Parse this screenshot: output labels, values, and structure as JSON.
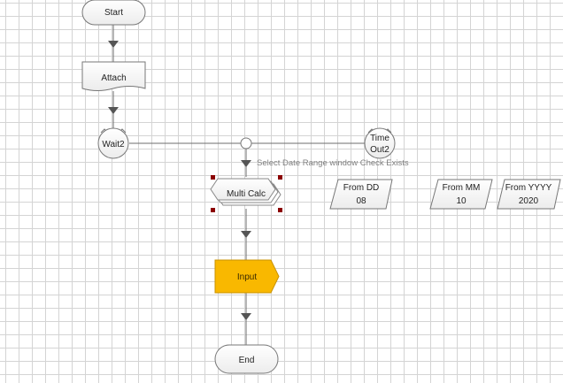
{
  "nodes": {
    "start": "Start",
    "attach": "Attach",
    "wait": "Wait2",
    "timeout_line1": "Time",
    "timeout_line2": "Out2",
    "multi_calc": "Multi Calc",
    "input": "Input",
    "end": "End",
    "from_dd": {
      "label": "From DD",
      "value": "08"
    },
    "from_mm": {
      "label": "From MM",
      "value": "10"
    },
    "from_yyyy": {
      "label": "From YYYY",
      "value": "2020"
    }
  },
  "connector_label": "Select Date Range window Check Exists",
  "colors": {
    "input_fill": "#F9B800",
    "line": "#6e6e6e",
    "arrow": "#555555",
    "selection_handle": "#8B0000",
    "grid": "#d4d4d4"
  }
}
